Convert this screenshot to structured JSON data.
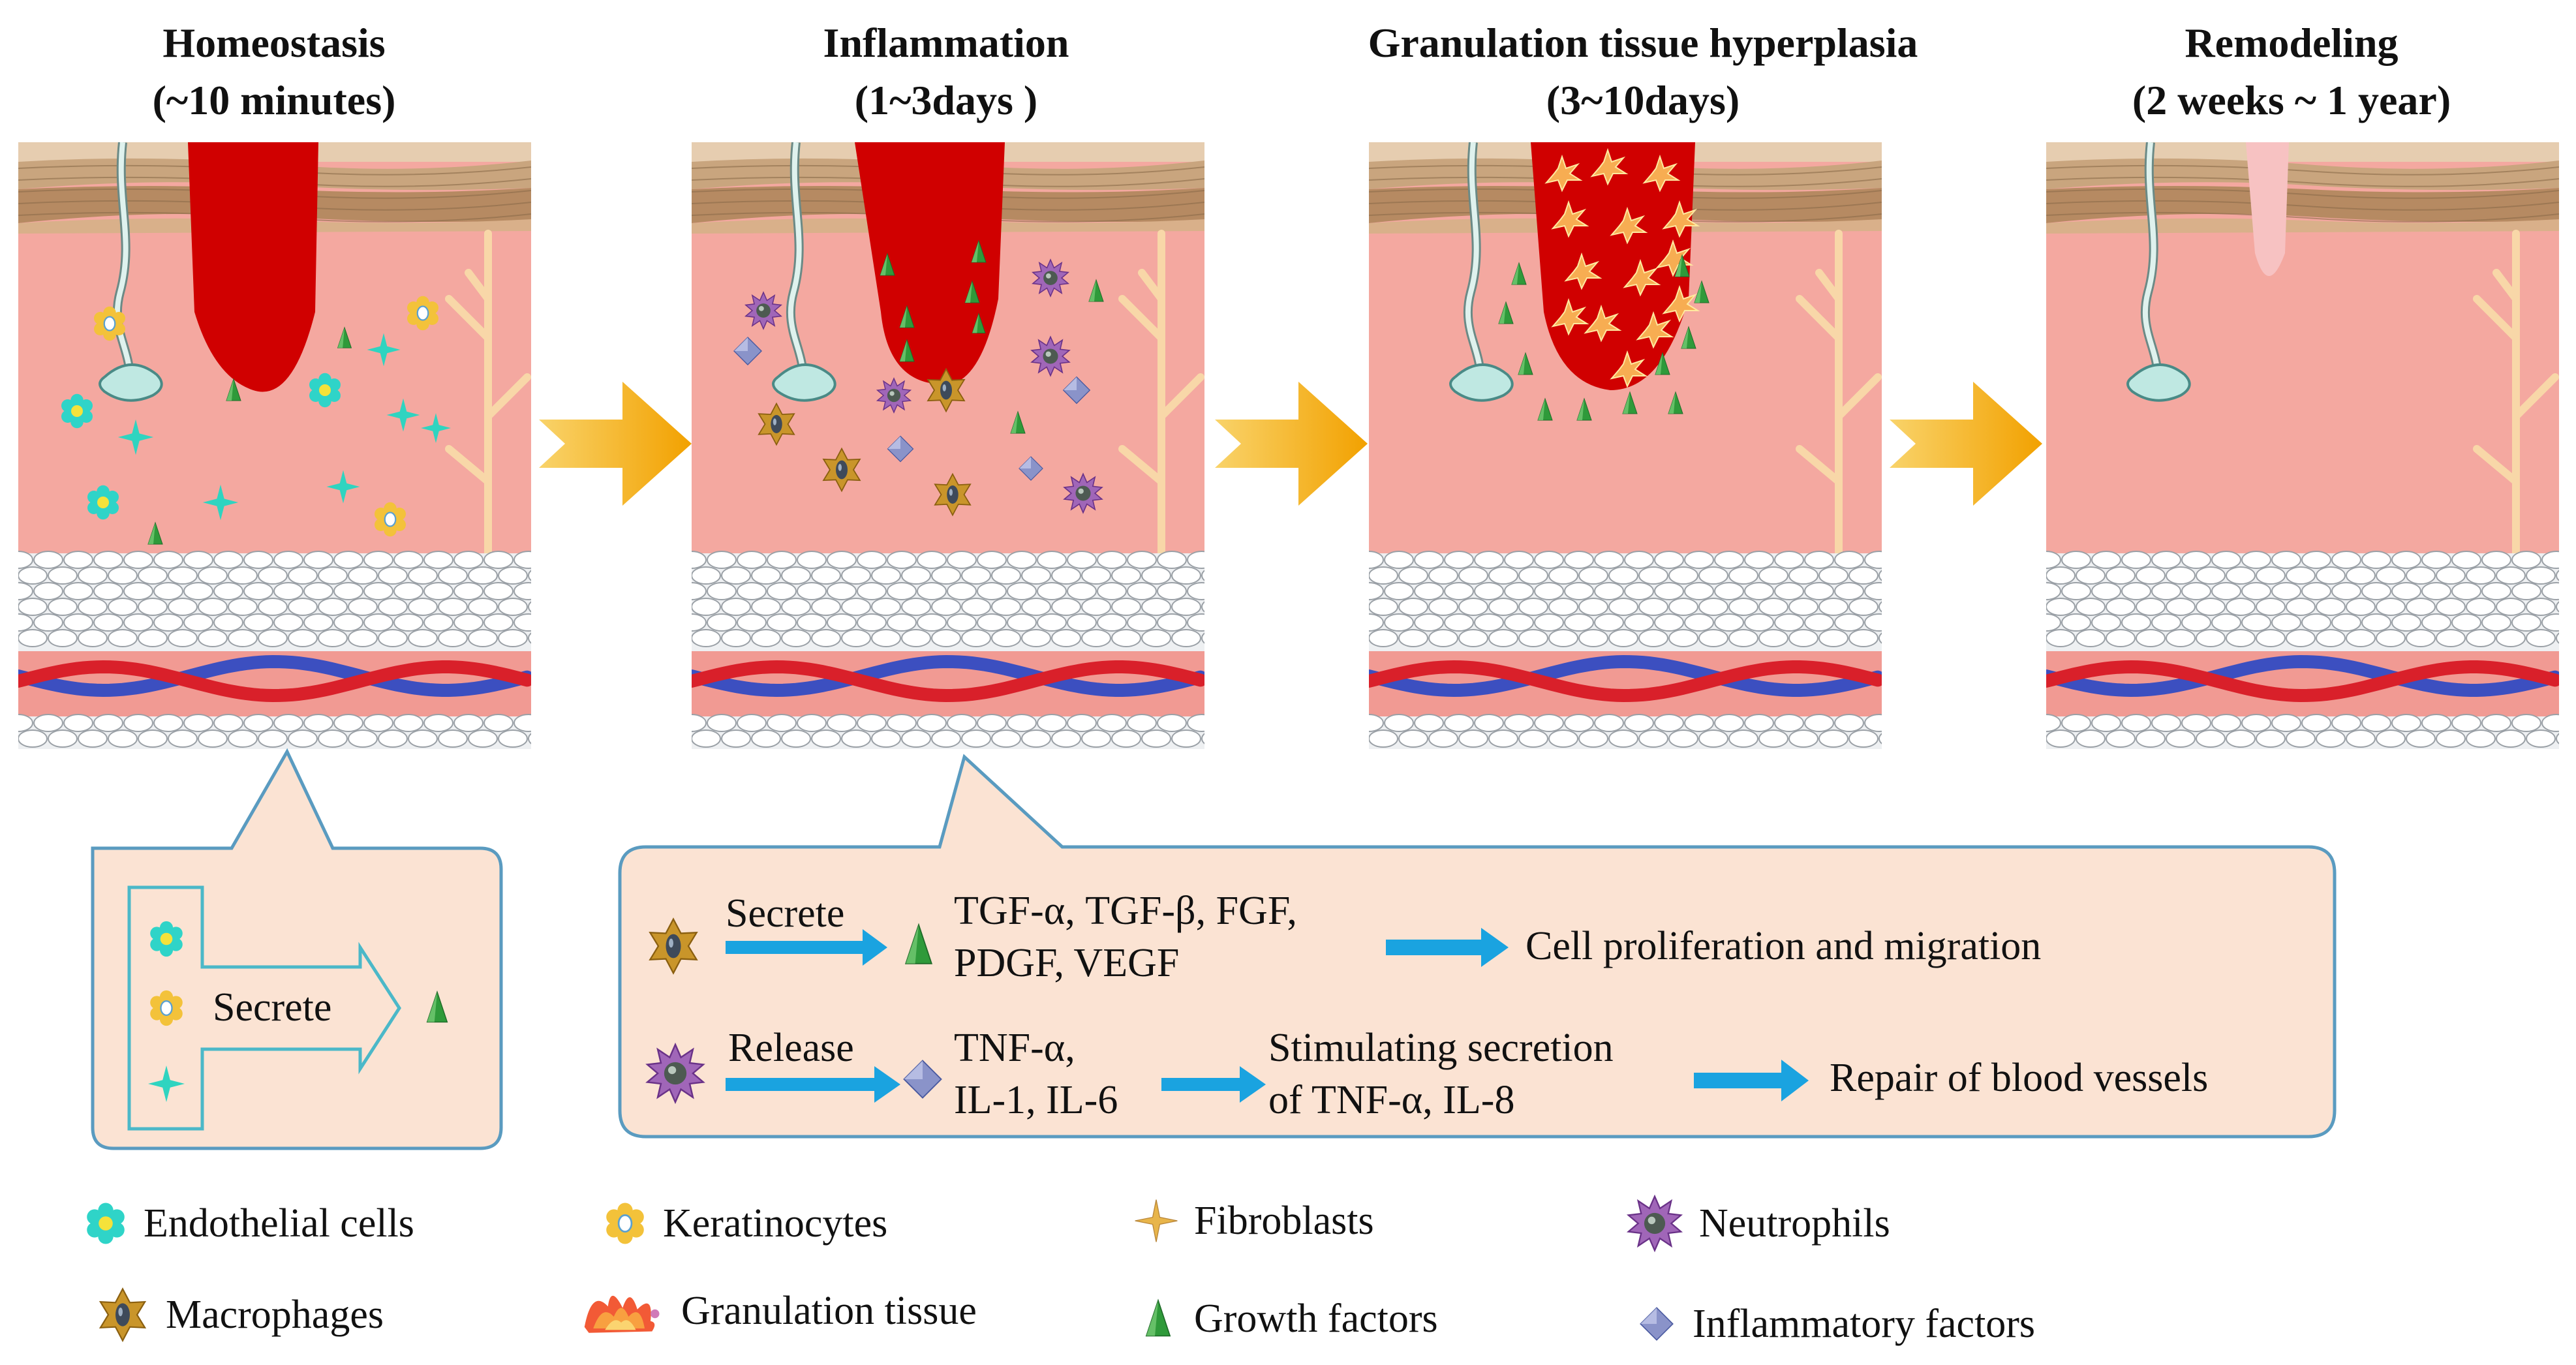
{
  "stages": [
    {
      "title": "Homeostasis",
      "time": "(~10 minutes)"
    },
    {
      "title": "Inflammation",
      "time": "(1~3days )"
    },
    {
      "title": "Granulation tissue hyperplasia",
      "time": "(3~10days)"
    },
    {
      "title": "Remodeling",
      "time": "(2 weeks ~ 1 year)"
    }
  ],
  "homeostasis_box": {
    "action": "Secrete"
  },
  "inflammation_box": {
    "row1": {
      "action": "Secrete",
      "factors_line1": "TGF-α, TGF-β, FGF,",
      "factors_line2": "PDGF, VEGF",
      "outcome": "Cell proliferation and migration"
    },
    "row2": {
      "action": "Release",
      "factors_line1": "TNF-α,",
      "factors_line2": "IL-1, IL-6",
      "step_line1": "Stimulating  secretion",
      "step_line2": "of TNF-α, IL-8",
      "outcome": "Repair of blood vessels"
    }
  },
  "legend": {
    "endothelial": "Endothelial cells",
    "keratinocytes": "Keratinocytes",
    "fibroblasts": "Fibroblasts",
    "neutrophils": "Neutrophils",
    "macrophages": "Macrophages",
    "granulation": "Granulation tissue",
    "growth": "Growth factors",
    "inflammatory": "Inflammatory factors"
  },
  "colors": {
    "skin_top": "#c9a57e",
    "dermis": "#f4a8a0",
    "wound": "#d00000",
    "scar": "#f7c2c2",
    "arrow": "#f7b500",
    "callout_fill": "#fbe3d3",
    "callout_stroke": "#5a9bc0",
    "flow_arrow": "#1aa3e0"
  }
}
